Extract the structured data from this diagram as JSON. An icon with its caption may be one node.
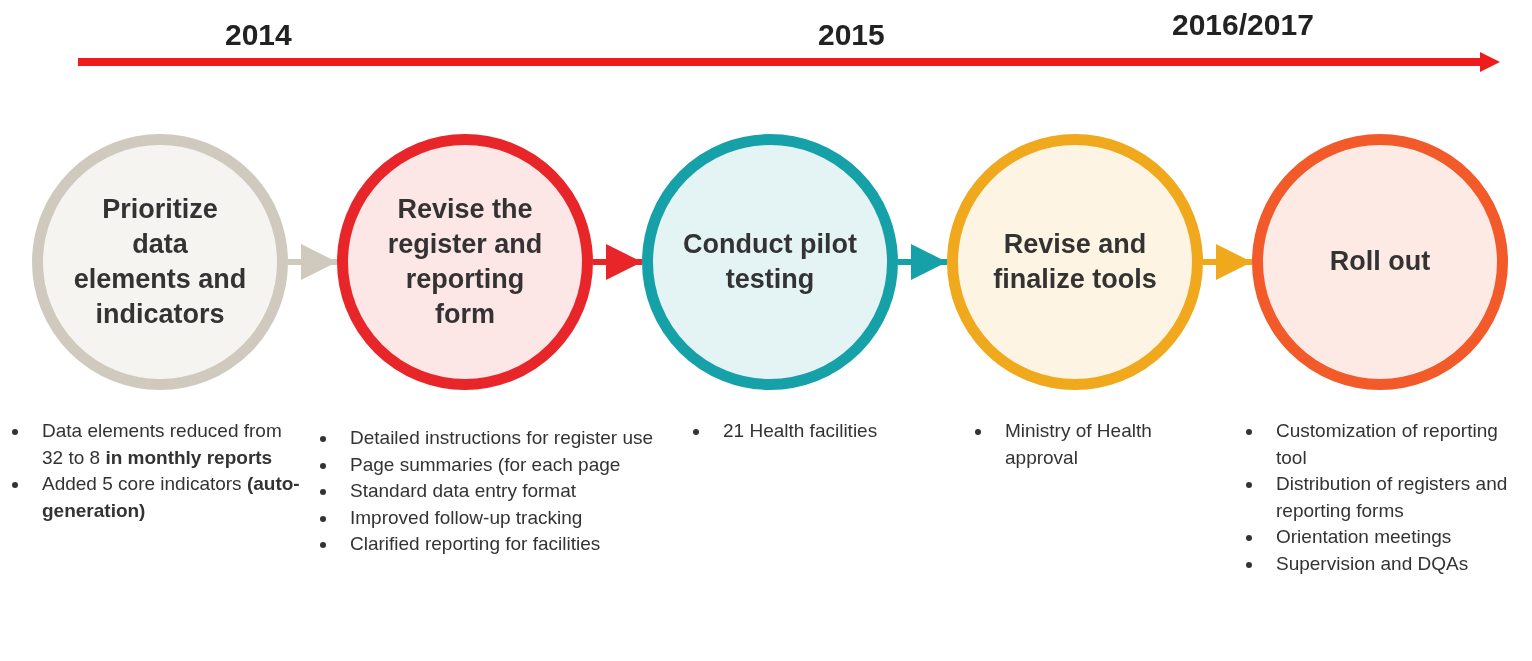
{
  "diagram": {
    "nodes": [
      {
        "text": [
          "Prioritize data elements and indicators"
        ],
        "beside": [
          "Data elements reduced from 32 to 8 **in monthly reports**",
          "Added 5 core indicators **(auto-generation)**"
        ]
      },
      {
        "text": [
          "Revise the register and reporting form"
        ],
        "beside": [
          "Detailed instructions for register use",
          "Page summaries (for each page",
          "Standard data entry format",
          "Improved follow-up tracking",
          "Clarified reporting for facilities"
        ]
      },
      {
        "text": [
          "Conduct pilot testing"
        ],
        "beside": [
          "21 Health facilities"
        ]
      },
      {
        "text": [
          "Revise and finalize tools"
        ],
        "beside": [
          "Ministry of Health approval"
        ]
      },
      {
        "text": [
          "Roll out"
        ],
        "beside": [
          "Customization of reporting tool",
          "Distribution of registers and reporting forms",
          "Orientation meetings",
          "Supervision and DQAs"
        ]
      }
    ],
    "edges": [
      {
        "from": 0,
        "to": 1,
        "arrow": "to",
        "color": "#cfcabd"
      },
      {
        "from": 1,
        "to": 2,
        "arrow": "to",
        "color": "#e8262a"
      },
      {
        "from": 2,
        "to": 3,
        "arrow": "to",
        "color": "#16a0a8"
      },
      {
        "from": 3,
        "to": 4,
        "arrow": "to",
        "color": "#f0a81c"
      }
    ],
    "labels": [
      "2014",
      "2015",
      "2016/2017"
    ]
  }
}
